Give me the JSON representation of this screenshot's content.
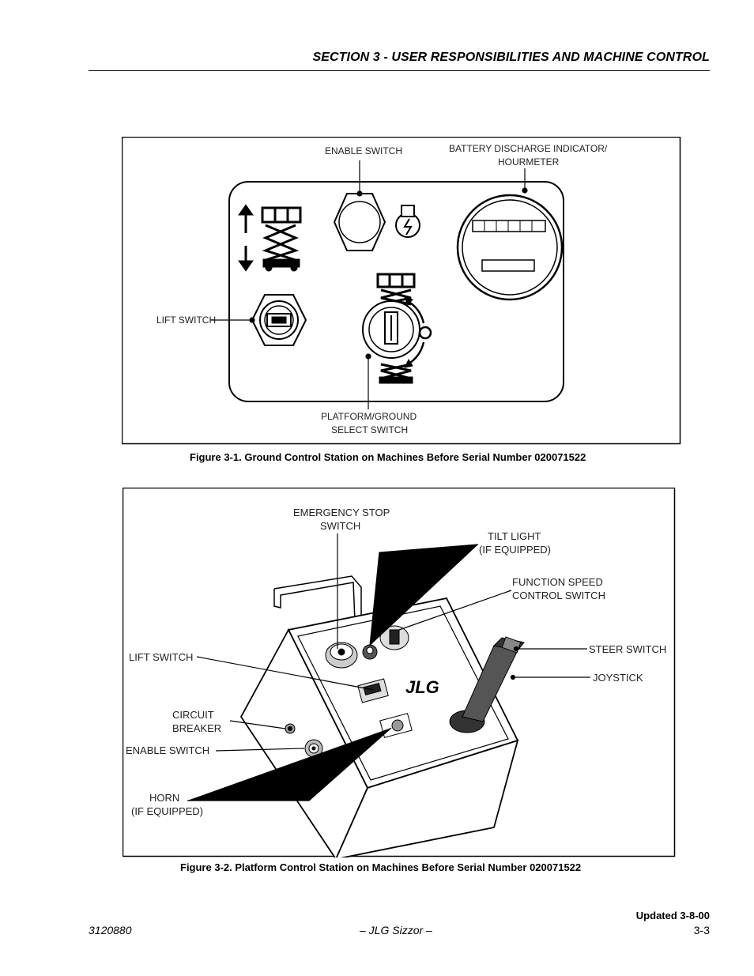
{
  "header": {
    "section_title": "SECTION 3 - USER RESPONSIBILITIES AND MACHINE CONTROL"
  },
  "figure1": {
    "caption": "Figure 3-1.  Ground Control Station on Machines Before Serial Number 020071522",
    "labels": {
      "enable_switch": "ENABLE SWITCH",
      "battery_line1": "BATTERY DISCHARGE INDICATOR/",
      "battery_line2": "HOURMETER",
      "lift_switch": "LIFT SWITCH",
      "platform_line1": "PLATFORM/GROUND",
      "platform_line2": "SELECT SWITCH"
    }
  },
  "figure2": {
    "caption": "Figure 3-2.  Platform Control Station on Machines Before Serial Number 020071522",
    "labels": {
      "estop_line1": "EMERGENCY STOP",
      "estop_line2": "SWITCH",
      "tilt_line1": "TILT LIGHT",
      "tilt_line2": "(IF EQUIPPED)",
      "speed_line1": "FUNCTION SPEED",
      "speed_line2": "CONTROL SWITCH",
      "steer_switch": "STEER SWITCH",
      "joystick": "JOYSTICK",
      "lift_switch": "LIFT SWITCH",
      "breaker_line1": "CIRCUIT",
      "breaker_line2": "BREAKER",
      "enable_switch": "ENABLE SWITCH",
      "horn_line1": "HORN",
      "horn_line2": "(IF EQUIPPED)",
      "brand": "JLG"
    }
  },
  "footer": {
    "updated": "Updated 3-8-00",
    "doc_number": "3120880",
    "product": "– JLG Sizzor –",
    "page_number": "3-3"
  }
}
